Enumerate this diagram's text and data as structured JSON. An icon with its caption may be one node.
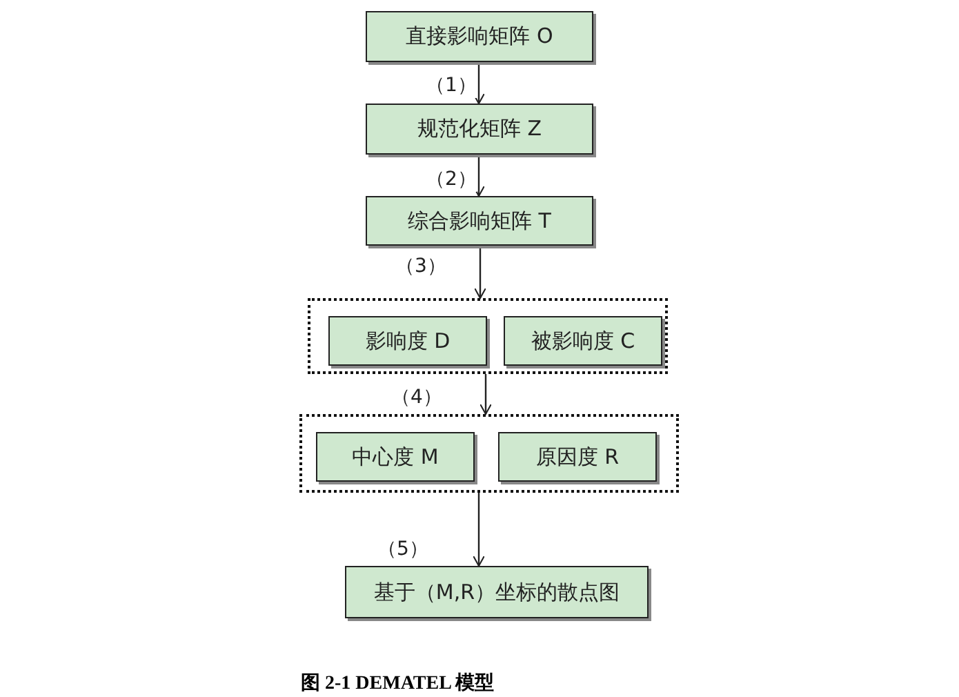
{
  "diagram": {
    "caption": "图 2-1 DEMATEL 模型",
    "nodes": [
      {
        "text": [
          "直接影响矩阵 O"
        ]
      },
      {
        "text": [
          "规范化矩阵 Z"
        ]
      },
      {
        "text": [
          "综合影响矩阵 T"
        ]
      },
      {
        "text": [],
        "shape": "box"
      },
      {
        "text": [
          "影响度 D"
        ],
        "in": 3
      },
      {
        "text": [
          "被影响度 C"
        ],
        "in": 3
      },
      {
        "text": [],
        "shape": "box"
      },
      {
        "text": [
          "中心度 M"
        ],
        "in": 6
      },
      {
        "text": [
          "原因度 R"
        ],
        "in": 6
      },
      {
        "text": [
          "基于（M,R）坐标的散点图"
        ]
      }
    ],
    "edges": [
      {
        "from": 0,
        "to": 1,
        "arrow": "to",
        "label": "（1）"
      },
      {
        "from": 1,
        "to": 2,
        "arrow": "to",
        "label": "（2）"
      },
      {
        "from": 2,
        "to": 3,
        "arrow": "to",
        "label": "（3）"
      },
      {
        "from": 3,
        "to": 6,
        "arrow": "to",
        "label": "（4）"
      },
      {
        "from": 6,
        "to": 9,
        "arrow": "to",
        "label": "（5）"
      }
    ]
  }
}
